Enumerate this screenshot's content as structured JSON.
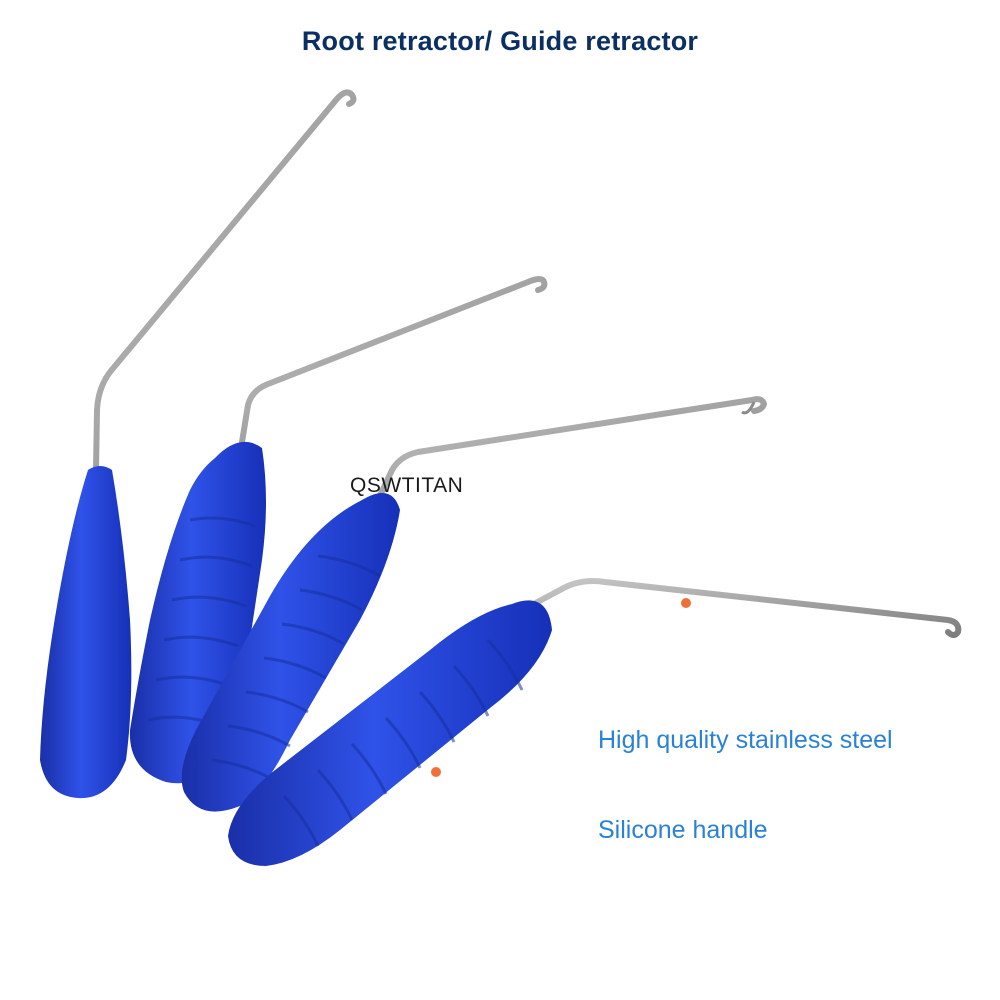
{
  "title": "Root retractor/ Guide retractor",
  "watermark": "QSWTITAN",
  "features": [
    {
      "label": "High quality stainless steel"
    },
    {
      "label": "Silicone handle"
    }
  ],
  "colors": {
    "title": "#0b2f63",
    "feature_text": "#2a82d6",
    "bullet": "#f0703a",
    "handle": "#1f3fd0",
    "steel": "#a6a6a6"
  },
  "product": {
    "item_count": 4,
    "items": [
      {
        "name": "retractor-1"
      },
      {
        "name": "retractor-2"
      },
      {
        "name": "retractor-3"
      },
      {
        "name": "retractor-4"
      }
    ]
  }
}
